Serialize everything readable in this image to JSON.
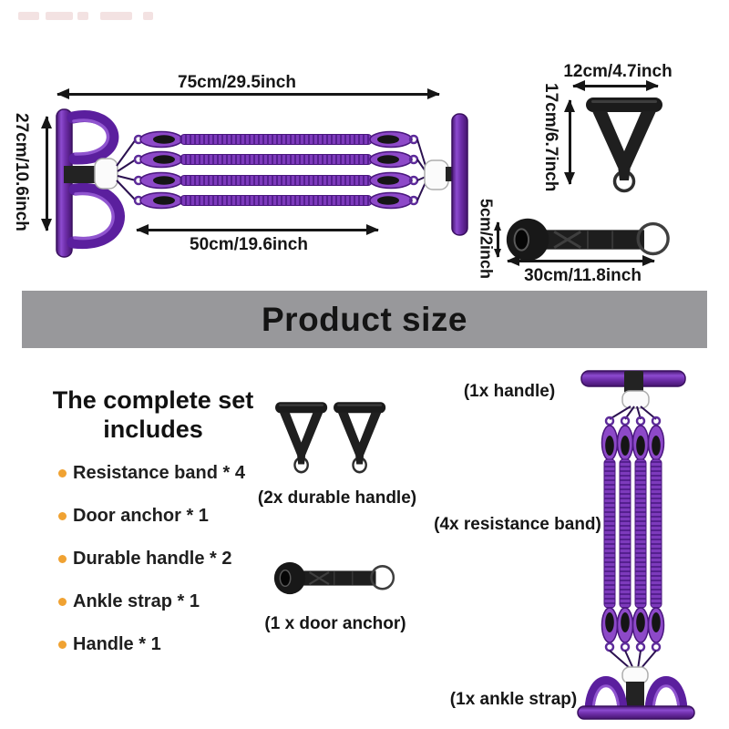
{
  "banner": {
    "title": "Product size"
  },
  "size_diagram": {
    "total_width": "75cm/29.5inch",
    "pedal_height": "27cm/10.6inch",
    "band_length": "50cm/19.6inch",
    "handle_width": "12cm/4.7inch",
    "handle_height": "17cm/6.7inch",
    "anchor_height": "5cm/2inch",
    "anchor_length": "30cm/11.8inch"
  },
  "includes": {
    "heading": "The complete set includes",
    "items": [
      "Resistance band * 4",
      "Door anchor * 1",
      "Durable handle * 2",
      "Ankle strap * 1",
      "Handle * 1"
    ]
  },
  "captions": {
    "handle": "(1x handle)",
    "durable_handle": "(2x durable handle)",
    "resistance_band": "(4x resistance band)",
    "door_anchor": "(1 x door anchor)",
    "ankle_strap": "(1x ankle strap)"
  },
  "colors": {
    "banner_bg": "#98989b",
    "purple": "#7130ad",
    "purple_dark": "#45156f",
    "purple_light": "#8c4bd0",
    "bullet_orange": "#f0a232",
    "text": "#161616"
  }
}
